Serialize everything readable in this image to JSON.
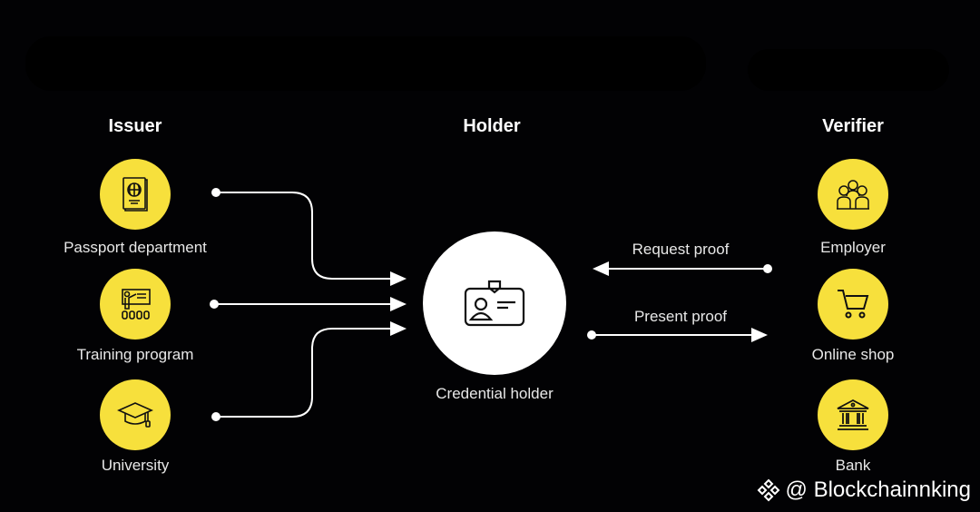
{
  "columns": {
    "issuer": "Issuer",
    "holder": "Holder",
    "verifier": "Verifier"
  },
  "issuers": [
    {
      "label": "Passport department",
      "icon": "passport-icon"
    },
    {
      "label": "Training program",
      "icon": "presentation-icon"
    },
    {
      "label": "University",
      "icon": "graduation-cap-icon"
    }
  ],
  "holder": {
    "label": "Credential holder",
    "icon": "id-card-icon"
  },
  "verifiers": [
    {
      "label": "Employer",
      "icon": "people-icon"
    },
    {
      "label": "Online shop",
      "icon": "cart-icon"
    },
    {
      "label": "Bank",
      "icon": "bank-icon"
    }
  ],
  "flows": {
    "request": "Request proof",
    "present": "Present proof"
  },
  "watermark": "@ Blockchainnking",
  "colors": {
    "accent": "#f7e03c",
    "background": "#020204"
  }
}
